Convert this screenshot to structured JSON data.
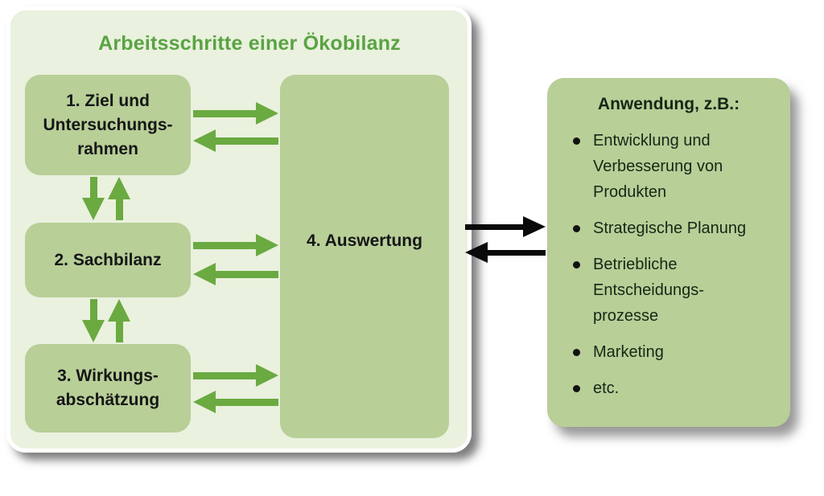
{
  "diagram": {
    "title": "Arbeitsschritte einer Ökobilanz",
    "steps": [
      {
        "label": "1. Ziel und\nUntersuchungs-\nrahmen"
      },
      {
        "label": "2. Sachbilanz"
      },
      {
        "label": "3. Wirkungs-\nabschätzung"
      },
      {
        "label": "4. Auswertung"
      }
    ]
  },
  "application_panel": {
    "title": "Anwendung, z.B.:",
    "items": [
      "Entwicklung und\nVerbesserung von\nProdukten",
      "Strategische Planung",
      "Betriebliche\nEntscheidungs-\nprozesse",
      "Marketing",
      "etc."
    ]
  },
  "colors": {
    "panel_background": "#eaf1de",
    "box_green": "#b8cf98",
    "arrow_green": "#6aaa41",
    "title_green": "#5aa344",
    "black_arrow": "#0a0a0a",
    "box_text": "#161616",
    "panel_text": "#152815"
  }
}
